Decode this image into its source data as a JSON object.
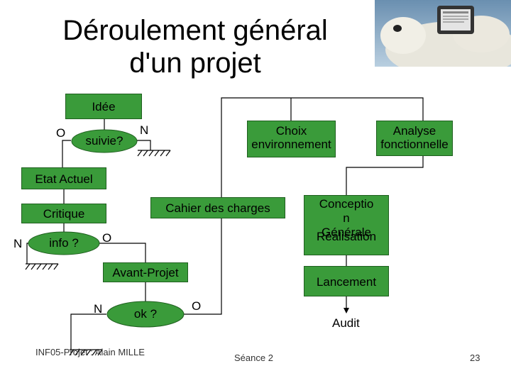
{
  "slide": {
    "title_line1": "Déroulement général",
    "title_line2": "d'un projet",
    "footer_left": "INF05-Projet : Alain MILLE",
    "footer_center": "Séance 2",
    "page_number": "23"
  },
  "diagram": {
    "idee": "Idée",
    "suivie": "suivie?",
    "suivie_no": "N",
    "suivie_yes": "O",
    "choix_env": "Choix environnement",
    "analyse_fonc": "Analyse fonctionnelle",
    "etat_actuel": "Etat Actuel",
    "critique": "Critique",
    "cahier_charges": "Cahier des charges",
    "conception_a": "Conceptio",
    "conception_b": "n",
    "generale": "Générale",
    "realisation": "Réalisation",
    "info": "info ?",
    "info_no": "N",
    "info_yes": "O",
    "avant_projet": "Avant-Projet",
    "lancement": "Lancement",
    "ok": "ok ?",
    "ok_no": "N",
    "ok_yes": "O",
    "audit": "Audit"
  },
  "colors": {
    "box_fill": "#3a9b3a",
    "line": "#000000"
  }
}
